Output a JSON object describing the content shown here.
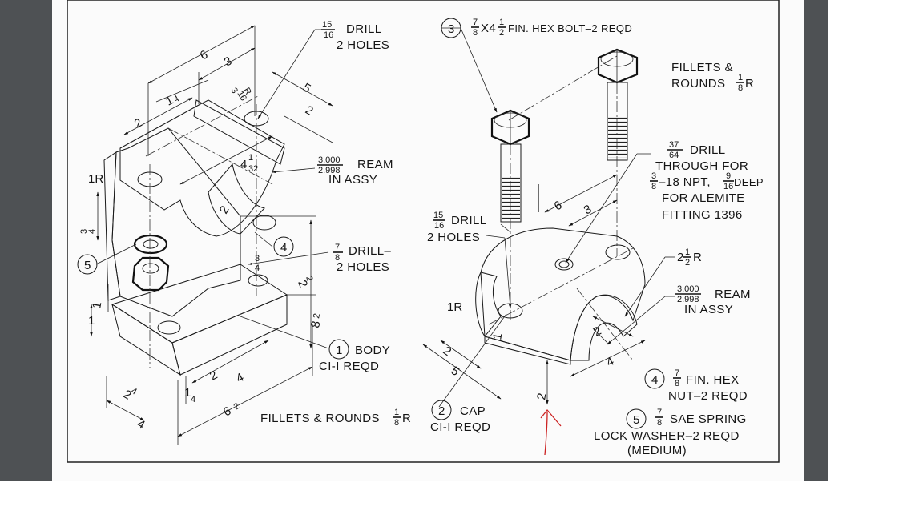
{
  "colors": {
    "viewer_background": "#4e5154",
    "page": "#fbfbfb",
    "ink": "#151515",
    "annotation_arrow": "#cc2222"
  },
  "body_part": {
    "balloon": "1",
    "name": "BODY",
    "spec": "CI-I REQD",
    "drill_note": {
      "num": "15",
      "den": "16",
      "text": "DRILL",
      "line2": "2 HOLES"
    },
    "ream_note": {
      "upper": "3.000",
      "lower": "2.998",
      "text": "REAM",
      "line2": "IN ASSY"
    },
    "drill2_note": {
      "num": "7",
      "den": "8",
      "text": "DRILL–",
      "line2": "2 HOLES"
    },
    "dims": {
      "d6": "6",
      "d3": "3",
      "d5": "5",
      "d2": "2",
      "d4": "4",
      "d1": "1",
      "d2_2": "2",
      "d4_2": "4",
      "w2": "2",
      "w1": "1",
      "w4": "4",
      "r1": "1R",
      "r2": "2",
      "r3": "3",
      "d8": "8",
      "d62": "6",
      "quarter_num": "1",
      "quarter_den": "4",
      "half_num": "1",
      "half_den": "2",
      "thirtysecond_num": "1",
      "thirtysecond_den": "32",
      "eighth_num": "1",
      "eighth_den": "8",
      "sixteenth_num": "3",
      "sixteenth_den": "16",
      "r_label": "R",
      "small_num": "3",
      "small_den": "4"
    },
    "fillets": {
      "text": "FILLETS & ROUNDS",
      "num": "1",
      "den": "8",
      "suffix": "R"
    }
  },
  "cap_part": {
    "balloon": "2",
    "name": "CAP",
    "spec": "CI-I REQD",
    "drill_note": {
      "num": "15",
      "den": "16",
      "text": "DRILL",
      "line2": "2 HOLES"
    },
    "ream_note": {
      "upper": "3.000",
      "lower": "2.998",
      "text": "REAM",
      "line2": "IN ASSY"
    },
    "radius_note": {
      "whole": "2",
      "num": "1",
      "den": "2",
      "suffix": "R"
    },
    "dims": {
      "d6": "6",
      "d3": "3",
      "d4": "4",
      "d5": "5",
      "d2": "2",
      "d2b": "2",
      "d1r": "1R",
      "d1": "1",
      "d2c": "2"
    },
    "alemite_note": {
      "num": "37",
      "den": "64",
      "text": "DRILL",
      "line2": "THROUGH FOR",
      "l3_num": "3",
      "l3_den": "8",
      "line3": "–18 NPT,",
      "l3b_num": "9",
      "l3b_den": "16",
      "line3b": "DEEP",
      "line4": "FOR ALEMITE",
      "line5": "FITTING 1396"
    }
  },
  "bolt_part": {
    "balloon": "3",
    "num": "7",
    "den": "8",
    "mid": "X4",
    "num2": "1",
    "den2": "2",
    "text": "FIN. HEX BOLT–2 REQD"
  },
  "fillets_top": {
    "line1": "FILLETS &",
    "line2": "ROUNDS",
    "num": "1",
    "den": "8",
    "suffix": "R"
  },
  "nut_part": {
    "balloon": "4",
    "num": "7",
    "den": "8",
    "text": "FIN. HEX",
    "line2": "NUT–2 REQD"
  },
  "washer_part": {
    "balloon": "5",
    "num": "7",
    "den": "8",
    "text": "SAE SPRING",
    "line2": "LOCK WASHER–2 REQD",
    "line3": "(MEDIUM)"
  },
  "body_balloons": {
    "nut": "4",
    "washer": "5"
  }
}
